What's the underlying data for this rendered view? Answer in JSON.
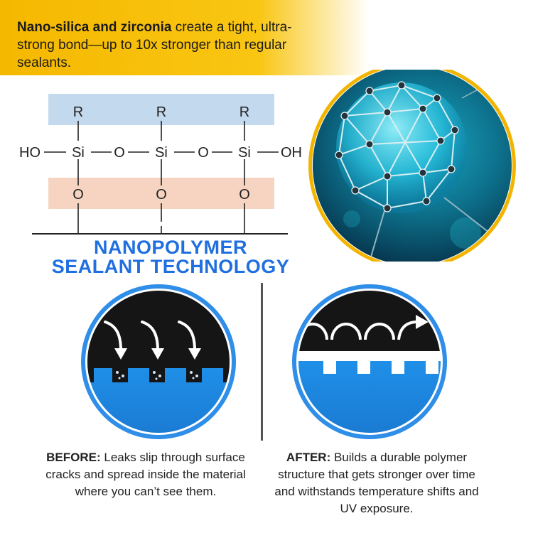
{
  "banner": {
    "bold": "Nano-silica and zirconia",
    "text": " create a tight, ultra-strong bond—up to 10x stronger than regular sealants."
  },
  "chem": {
    "R": "R",
    "Si": "Si",
    "O": "O",
    "HO": "HO",
    "OH": "OH"
  },
  "title": {
    "line1": "NANOPOLYMER",
    "line2": "SEALANT TECHNOLOGY"
  },
  "before": {
    "label": "BEFORE:",
    "text": " Leaks slip through surface cracks and spread inside the material where you can’t see them."
  },
  "after": {
    "label": "AFTER:",
    "text": " Builds a durable polymer structure that gets stronger over time and withstands temperature shifts and UV exposure."
  },
  "colors": {
    "accent_blue": "#1f6fe0",
    "ring_blue": "#2f8ee8",
    "banner_yellow": "#f7c00b",
    "sphere_ring": "#f3b400"
  }
}
